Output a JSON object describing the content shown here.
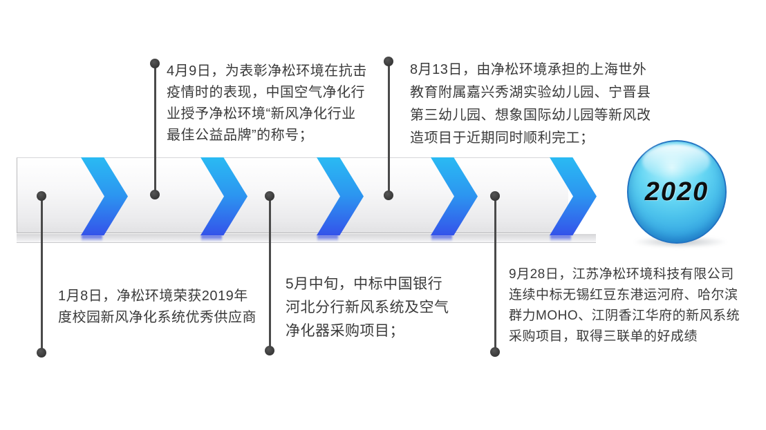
{
  "year_badge": {
    "label": "2020"
  },
  "timeline": {
    "milestones": [
      {
        "date": "1月8日",
        "placement": "below",
        "lines": [
          "1月8日，净松环境荣获2019年",
          "度校园新风净化系统优秀供应商"
        ]
      },
      {
        "date": "4月9日",
        "placement": "above",
        "lines": [
          "4月9日，为表彰净松环境在抗击",
          "疫情时的表现，中国空气净化行",
          "业授予净松环境“新风净化行业",
          "最佳公益品牌”的称号；"
        ]
      },
      {
        "date": "5月中旬",
        "placement": "below",
        "lines": [
          "5月中旬，中标中国银行",
          "河北分行新风系统及空气",
          "净化器采购项目；"
        ]
      },
      {
        "date": "8月13日",
        "placement": "above",
        "lines": [
          "8月13日，由净松环境承担的上海世外",
          "教育附属嘉兴秀湖实验幼儿园、宁晋县",
          "第三幼儿园、想象国际幼儿园等新风改",
          "造项目于近期同时顺利完工；"
        ]
      },
      {
        "date": "9月28日",
        "placement": "below",
        "lines": [
          "9月28日，江苏净松环境科技有限公司",
          "连续中标无锡红豆东港运河府、哈尔滨",
          "群力MOHO、江阴香江华府的新风系统",
          "采购项目，取得三联单的好成绩"
        ]
      }
    ]
  },
  "colors": {
    "arrow_gradient_top": "#2abaf3",
    "arrow_gradient_bottom": "#3453ea",
    "connector": "#4a4a4a",
    "text": "#3a3a3a",
    "badge_light": "#93e7f9",
    "badge_dark": "#1d78cb"
  }
}
